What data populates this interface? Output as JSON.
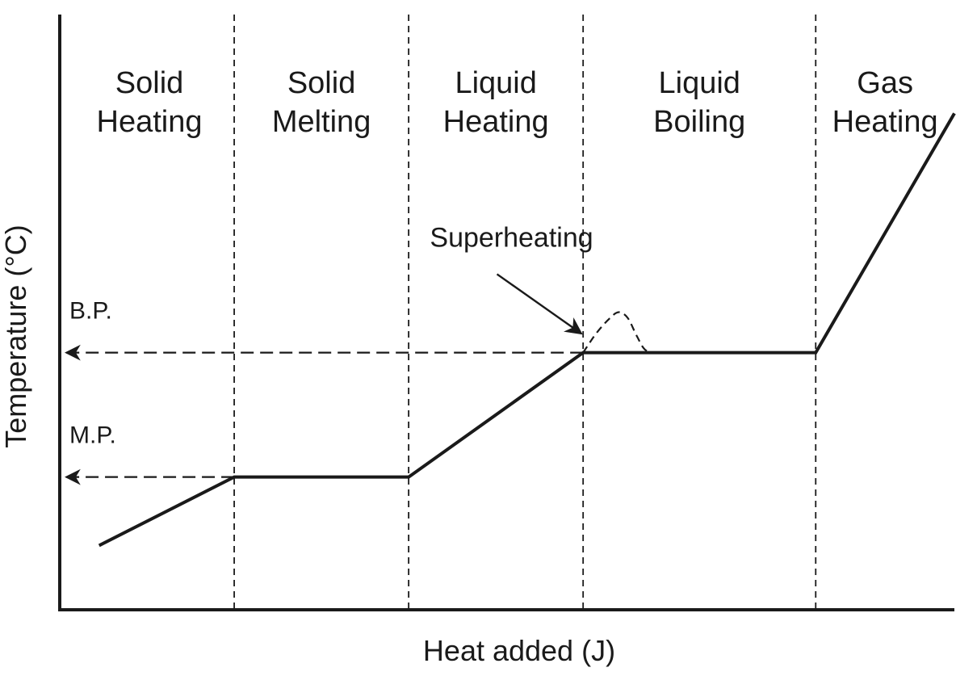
{
  "chart_data": {
    "type": "line",
    "title": "",
    "xlabel": "Heat added (J)",
    "ylabel": "Temperature (°C)",
    "xlim": [
      0,
      100
    ],
    "ylim": [
      0,
      100
    ],
    "regions": [
      {
        "lines": [
          "Solid",
          "Heating"
        ],
        "x_start": 0,
        "x_end": 19.5
      },
      {
        "lines": [
          "Solid",
          "Melting"
        ],
        "x_start": 19.5,
        "x_end": 39.0
      },
      {
        "lines": [
          "Liquid",
          "Heating"
        ],
        "x_start": 39.0,
        "x_end": 58.5
      },
      {
        "lines": [
          "Liquid",
          "Boiling"
        ],
        "x_start": 58.5,
        "x_end": 84.5
      },
      {
        "lines": [
          "Gas",
          "Heating"
        ],
        "x_start": 84.5,
        "x_end": 100
      }
    ],
    "series": [
      {
        "x": [
          4.4,
          19.5,
          39.0,
          58.5,
          84.5,
          100
        ],
        "y": [
          10.8,
          22.3,
          22.3,
          43.2,
          43.2,
          83.4
        ]
      }
    ],
    "superheating_curve": {
      "x": [
        58.5,
        60.0,
        61.5,
        62.5,
        63.5,
        64.5,
        65.5,
        67.0
      ],
      "y": [
        43.2,
        46.5,
        49.0,
        50.0,
        49.0,
        46.0,
        43.6,
        43.2
      ]
    },
    "reference_levels": [
      {
        "label": "B.P.",
        "y": 43.2
      },
      {
        "label": "M.P.",
        "y": 22.3
      }
    ],
    "annotations": [
      {
        "text": "Superheating",
        "x": 50.5,
        "y": 61.0,
        "arrow_to": {
          "x": 58.3,
          "y": 46.4
        }
      }
    ]
  }
}
